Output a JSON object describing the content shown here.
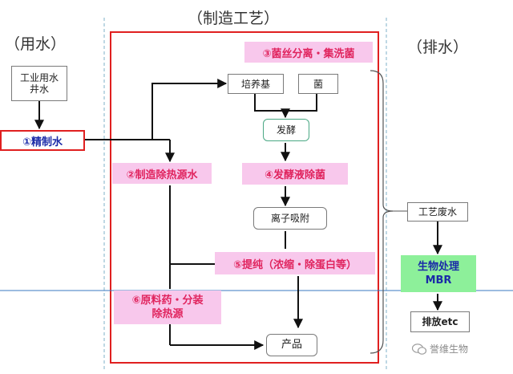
{
  "sections": {
    "supply": "（用水）",
    "process": "（制造工艺）",
    "drain": "（排水）"
  },
  "nodes": {
    "industrial_water": [
      "工业用水",
      "井水"
    ],
    "step1": "①精制水",
    "culture_medium": "培养基",
    "bacteria": "菌",
    "step3": "③菌丝分离・集洗菌",
    "fermentation": "发酵",
    "step2": "②制造除热源水",
    "step4": "④发酵液除菌",
    "ion_adsorption": "离子吸附",
    "step5": "⑤提纯（浓缩・除蛋白等）",
    "step6": [
      "⑥原料药・分装",
      "除热源"
    ],
    "product": "产品",
    "process_wastewater": "工艺废水",
    "bio_treatment": [
      "生物处理",
      "MBR"
    ],
    "discharge": "排放etc"
  },
  "watermark": "誉维生物",
  "colors": {
    "frame_red": "#e02020",
    "pink_fill": "#f8c8ec",
    "pink_text": "#e0245e",
    "green_fill": "#8df09a",
    "green_text": "#1a2aa8",
    "dashed_blue": "#7fb0c8",
    "blue_line": "#3a78c0"
  }
}
